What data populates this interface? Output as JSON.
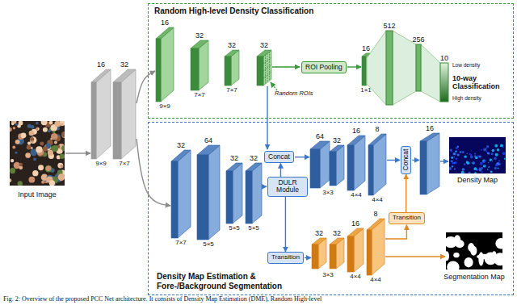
{
  "diagram": {
    "caption": "Fig. 2: Overview of the proposed PCC Net architecture. It consists of Density Map Estimation (DME), Random High-level",
    "nodes": [
      {
        "text": [
          "Random High-level Density Classification"
        ]
      },
      {
        "text": [
          "ROI Pooling"
        ],
        "in": 0
      },
      {
        "text": [
          "Density Map Estimation & Fore-/Background Segmentation"
        ]
      },
      {
        "text": [
          "Concat"
        ],
        "in": 2
      },
      {
        "text": [
          "DULR Module"
        ],
        "in": 2
      },
      {
        "text": [
          "Transition"
        ],
        "in": 2
      },
      {
        "text": [
          "Concat"
        ],
        "in": 2
      },
      {
        "text": [
          "Transition"
        ],
        "in": 2
      }
    ],
    "edges": [
      {
        "from": 4,
        "to": 3,
        "arrow": "to"
      },
      {
        "from": 4,
        "to": 5,
        "arrow": "to"
      },
      {
        "from": 7,
        "to": 6,
        "arrow": "to"
      }
    ],
    "labels": [
      "Input Image",
      "16",
      "32",
      "9×9",
      "7×7",
      "16",
      "32",
      "32",
      "32",
      "9×9",
      "7×7",
      "7×7",
      "Random ROIs",
      "16",
      "1×1",
      "512",
      "256",
      "10",
      "Low density",
      "10-way Classification",
      "High density",
      "32",
      "64",
      "32",
      "32",
      "7×7",
      "5×5",
      "5×5",
      "5×5",
      "64",
      "32",
      "16",
      "8",
      "3×3",
      "4×4",
      "4×4",
      "16",
      "Density Map",
      "32",
      "32",
      "16",
      "8",
      "3×3",
      "4×4",
      "4×4",
      "Segmentation Map"
    ]
  }
}
